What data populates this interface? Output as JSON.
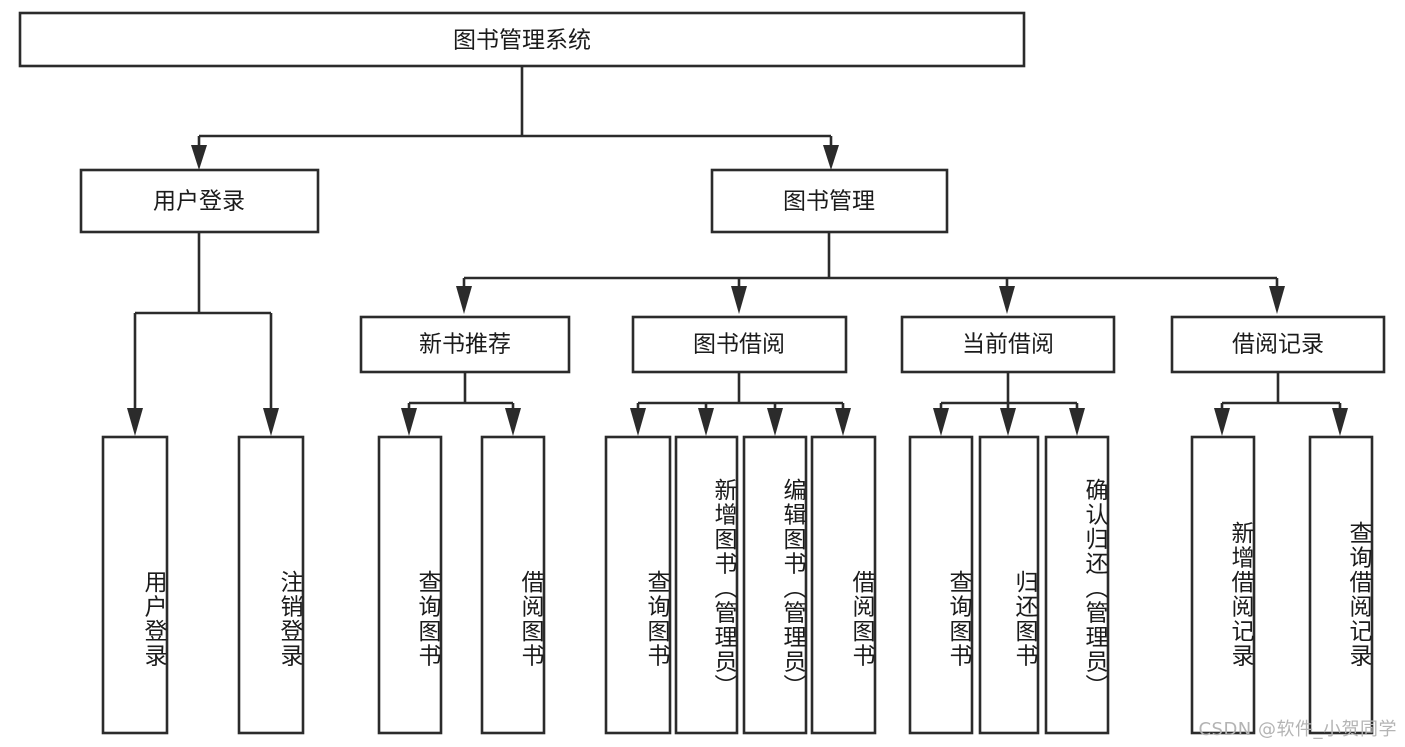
{
  "diagram": {
    "type": "hierarchy-tree",
    "title": "图书管理系统",
    "watermark": "CSDN @软件_小贺同学",
    "colors": {
      "stroke": "#2b2b2b",
      "fill": "#ffffff",
      "text": "#1b1b1b",
      "watermark": "#b4b4b4",
      "background": "#ffffff"
    },
    "root": {
      "label": "图书管理系统"
    },
    "level2": [
      {
        "label": "用户登录"
      },
      {
        "label": "图书管理"
      }
    ],
    "level3": [
      {
        "label": "新书推荐"
      },
      {
        "label": "图书借阅"
      },
      {
        "label": "当前借阅"
      },
      {
        "label": "借阅记录"
      }
    ],
    "leaves": {
      "user_login": [
        {
          "label": "用户登录"
        },
        {
          "label": "注销登录"
        }
      ],
      "new_book_recommend": [
        {
          "label": "查询图书"
        },
        {
          "label": "借阅图书"
        }
      ],
      "book_borrow": [
        {
          "label": "查询图书"
        },
        {
          "label": "新增图书（管理员）"
        },
        {
          "label": "编辑图书（管理员）"
        },
        {
          "label": "借阅图书"
        }
      ],
      "current_borrow": [
        {
          "label": "查询图书"
        },
        {
          "label": "归还图书"
        },
        {
          "label": "确认归还（管理员）"
        }
      ],
      "borrow_record": [
        {
          "label": "新增借阅记录"
        },
        {
          "label": "查询借阅记录"
        }
      ]
    }
  }
}
